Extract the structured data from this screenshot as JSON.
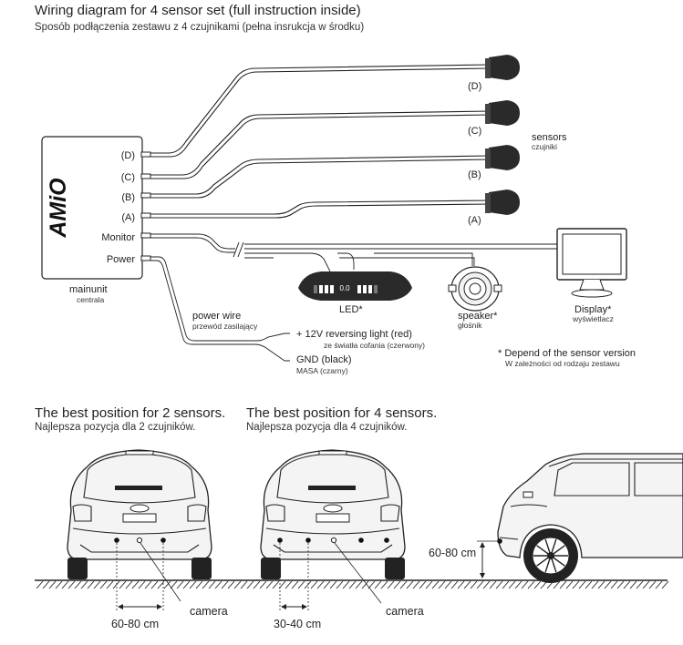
{
  "header": {
    "title": "Wiring diagram for 4 sensor set (full instruction inside)",
    "subtitle": "Sposób podłączenia zestawu z 4 czujnikami (pełna insrukcja w środku)"
  },
  "mainunit": {
    "ports": [
      "(D)",
      "(C)",
      "(B)",
      "(A)",
      "Monitor",
      "Power"
    ],
    "brand": "AMiO",
    "label": "mainunit",
    "label_pl": "centrala"
  },
  "sensors": {
    "labels": [
      "(D)",
      "(C)",
      "(B)",
      "(A)"
    ],
    "title": "sensors",
    "title_pl": "czujniki"
  },
  "led": {
    "readout": "0.0",
    "label": "LED*",
    "bars_lit": 6,
    "bars_total": 8
  },
  "speaker": {
    "label": "speaker*",
    "label_pl": "głośnik"
  },
  "display": {
    "label": "Display*",
    "label_pl": "wyświetlacz"
  },
  "power": {
    "title": "power wire",
    "title_pl": "przewód zasilający",
    "plus": "+ 12V reversing light (red)",
    "plus_pl": "ze światła cofania (czerwony)",
    "gnd": "GND (black)",
    "gnd_pl": "MASA (czarny)"
  },
  "footnote": {
    "text": "* Depend of the sensor version",
    "text_pl": "W zależności od rodzaju zestawu"
  },
  "position2": {
    "title": "The best position for 2 sensors.",
    "subtitle": "Najlepsza pozycja dla 2 czujników.",
    "camera": "camera",
    "spacing": "60-80 cm"
  },
  "position4": {
    "title": "The best position for 4 sensors.",
    "subtitle": "Najlepsza pozycja dla 4 czujników.",
    "camera": "camera",
    "spacing": "30-40 cm"
  },
  "side": {
    "height": "60-80 cm"
  }
}
